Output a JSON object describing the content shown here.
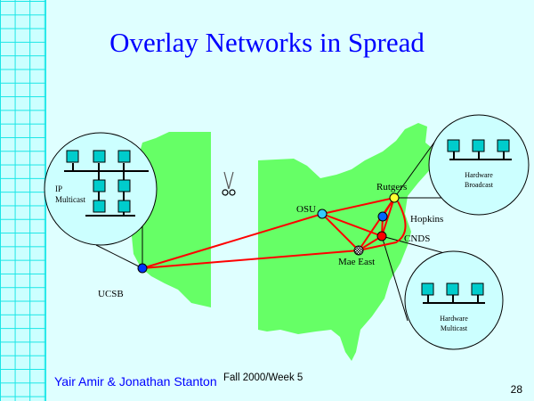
{
  "title": "Overlay Networks in Spread",
  "footer": {
    "authors": "Yair Amir & Jonathan Stanton",
    "date": "Fall 2000/Week 5",
    "page": "28"
  },
  "nodes": {
    "ucsb": "UCSB",
    "osu": "OSU",
    "rutgers": "Rutgers",
    "hopkins": "Hopkins",
    "cnds": "CNDS",
    "mae_east": "Mae East"
  },
  "callouts": {
    "ip_multicast": {
      "line1": "IP",
      "line2": "Multicast"
    },
    "hw_broadcast": {
      "line1": "Hardware",
      "line2": "Broadcast"
    },
    "hw_multicast": {
      "line1": "Hardware",
      "line2": "Multicast"
    }
  },
  "colors": {
    "link": "#ff0000",
    "land": "#66ff66",
    "title": "#0000ff"
  }
}
